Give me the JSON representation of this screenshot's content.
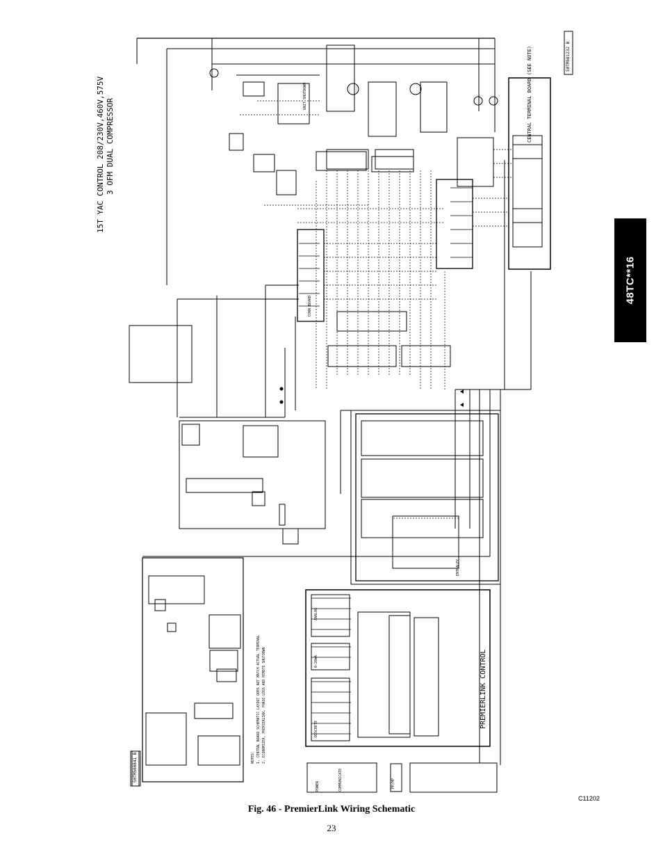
{
  "page": {
    "side_tab": "48TC**16",
    "figure_code": "C11202",
    "caption": "Fig. 46 - PremierLink Wiring Schematic",
    "page_number": "23"
  },
  "schematic": {
    "title_line1": "15T YAC CONTROL 208/230V,460V,575V",
    "title_line2": "3 OFM DUAL COMPRESSOR",
    "drawing_number": "50TM501232 B",
    "layout_number": "50TM500841 B",
    "central_board_label": "CENTRAL TERMINAL BOARD (SEE NOTE)",
    "premierlink_label": "PREMIERLINK CONTROL",
    "conn_board_label": "CONN BOARD",
    "unit_shutdown_label": "UNIT SHUTDOWN",
    "enthalpy_label": "ENTHALPY",
    "discrete_label": "DISCRETE",
    "analog_label": "ANALOG",
    "ma_label": "0-20mA",
    "j1_label": "POWER",
    "j2_label": "COMMUNICATE",
    "j3_label": "PP/MP",
    "notes_label": "NOTES:",
    "note_1": "1. CENTRAL BOARD SCHEMATIC LAYOUT DOES NOT MATCH ACTUAL TERMINAL",
    "note_2": "2. ECONOMIZER, PREMIERLINK, PHASE LOSS AND REMOTE SHUTDOWN"
  }
}
